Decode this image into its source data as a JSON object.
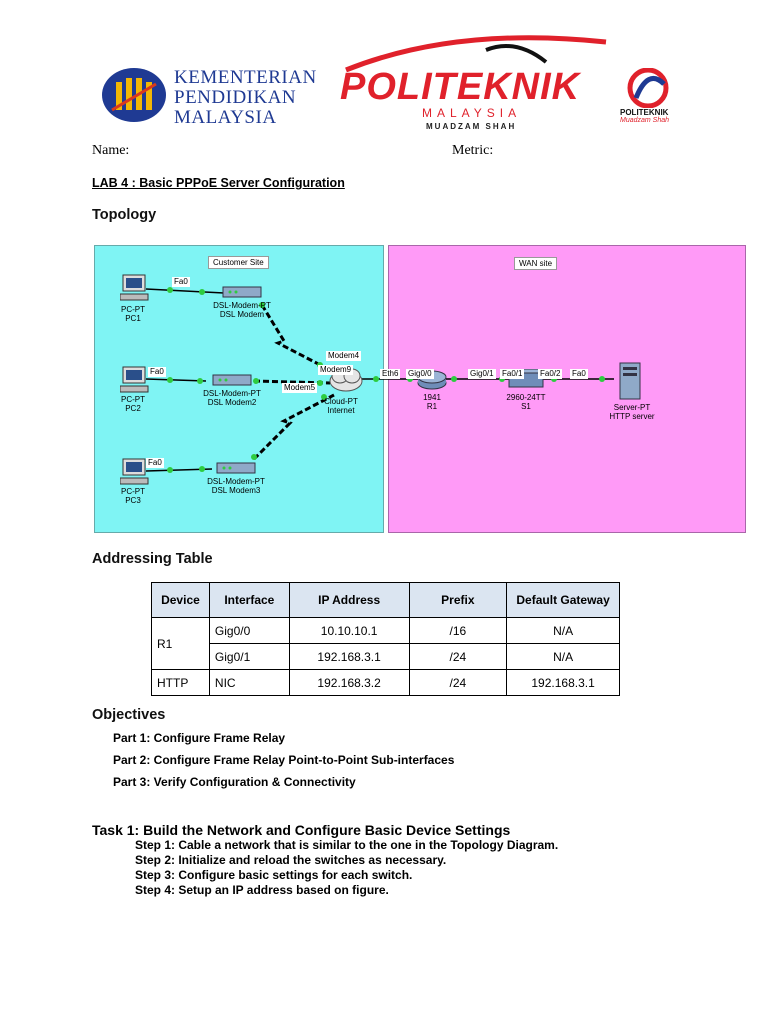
{
  "header": {
    "kpm_line1": "KEMENTERIAN",
    "kpm_line2": "PENDIDIKAN",
    "kpm_line3": "MALAYSIA",
    "poli_word": "POLITEKNIK",
    "poli_sub": "MALAYSIA",
    "poli_sub2": "MUADZAM SHAH",
    "pms_line1": "POLITEKNIK",
    "pms_line2": "Muadzam Shah"
  },
  "fields": {
    "name": "Name:",
    "metric": "Metric:"
  },
  "lab_title": "LAB 4 : Basic PPPoE Server Configuration",
  "topology": {
    "heading": "Topology",
    "customer_site": "Customer Site",
    "wan_site": "WAN site",
    "pc1_type": "PC-PT",
    "pc1_name": "PC1",
    "pc2_type": "PC-PT",
    "pc2_name": "PC2",
    "pc3_type": "PC-PT",
    "pc3_name": "PC3",
    "modem1_type": "DSL-Modem-PT",
    "modem1_name": "DSL Modem",
    "modem2_type": "DSL-Modem-PT",
    "modem2_name": "DSL Modem2",
    "modem3_type": "DSL-Modem-PT",
    "modem3_name": "DSL Modem3",
    "cloud_type": "Cloud-PT",
    "cloud_name": "Internet",
    "router_type": "1941",
    "router_name": "R1",
    "switch_type": "2960-24TT",
    "switch_name": "S1",
    "server_type": "Server-PT",
    "server_name": "HTTP server",
    "if_fa0_1": "Fa0",
    "if_fa0_2": "Fa0",
    "if_fa0_3": "Fa0",
    "if_modem4": "Modem4",
    "if_modem9": "Modem9",
    "if_modem5": "Modem5",
    "if_eth6": "Eth6",
    "if_gig00": "Gig0/0",
    "if_gig01": "Gig0/1",
    "if_fa01": "Fa0/1",
    "if_fa02": "Fa0/2",
    "if_fa0_srv": "Fa0"
  },
  "addressing": {
    "heading": "Addressing Table",
    "headers": [
      "Device",
      "Interface",
      "IP Address",
      "Prefix",
      "Default Gateway"
    ],
    "rows": [
      {
        "device": "R1",
        "interface": "Gig0/0",
        "ip": "10.10.10.1",
        "prefix": "/16",
        "gateway": "N/A"
      },
      {
        "device": "",
        "interface": "Gig0/1",
        "ip": "192.168.3.1",
        "prefix": "/24",
        "gateway": "N/A"
      },
      {
        "device": "HTTP",
        "interface": "NIC",
        "ip": "192.168.3.2",
        "prefix": "/24",
        "gateway": "192.168.3.1"
      }
    ]
  },
  "objectives": {
    "heading": "Objectives",
    "parts": [
      "Part 1: Configure Frame Relay",
      "Part 2: Configure Frame Relay Point-to-Point Sub-interfaces",
      "Part 3: Verify Configuration & Connectivity"
    ]
  },
  "task1": {
    "title": "Task 1: Build the Network and Configure Basic Device Settings",
    "steps": [
      "Step 1: Cable a network that is similar to the one in the Topology Diagram.",
      "Step 2: Initialize and reload the switches as necessary.",
      "Step 3: Configure basic settings for each switch.",
      "Step 4: Setup an IP address based on figure."
    ]
  },
  "colors": {
    "customer_bg": "#7ff4f4",
    "wan_bg": "#ff9af7",
    "table_header_bg": "#dbe5f1",
    "poli_red": "#e0212b",
    "kpm_blue": "#1f3a93"
  }
}
